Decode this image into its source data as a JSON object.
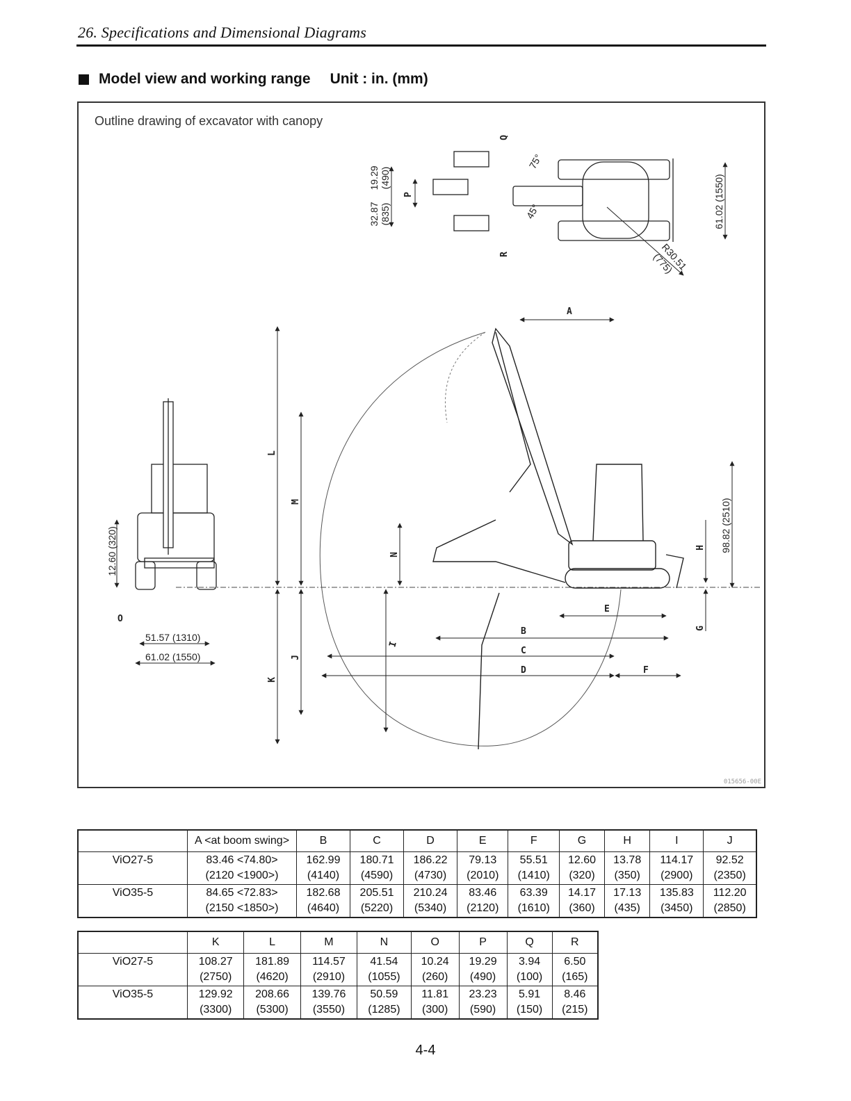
{
  "header": {
    "running_title": "26. Specifications and Dimensional Diagrams",
    "section_title": "Model view and working range",
    "unit_label": "Unit : in. (mm)"
  },
  "figure": {
    "caption": "Outline drawing of excavator with canopy",
    "code": "015656-00E",
    "labels": {
      "front_height": "12.60 (320)",
      "front_w1": "51.57 (1310)",
      "front_w2": "61.02 (1550)",
      "front_o": "O",
      "top_dim_a": "32.87",
      "top_dim_a_mm": "(835)",
      "top_dim_b": "19.29",
      "top_dim_b_mm": "(490)",
      "top_p": "P",
      "top_q": "Q",
      "top_r": "R",
      "top_angle_75": "75°",
      "top_angle_45": "45°",
      "top_width": "61.02 (1550)",
      "top_radius": "R30.51",
      "top_radius_mm": "(775)",
      "side_height": "98.82 (2510)",
      "A": "A",
      "B": "B",
      "C": "C",
      "D": "D",
      "E": "E",
      "F": "F",
      "G": "G",
      "H": "H",
      "I": "I",
      "J": "J",
      "K": "K",
      "L": "L",
      "M": "M",
      "N": "N"
    }
  },
  "table1": {
    "headers": [
      "",
      "A <at boom swing>",
      "B",
      "C",
      "D",
      "E",
      "F",
      "G",
      "H",
      "I",
      "J"
    ],
    "rows": [
      {
        "model": "ViO27-5",
        "in": [
          "83.46 <74.80>",
          "162.99",
          "180.71",
          "186.22",
          "79.13",
          "55.51",
          "12.60",
          "13.78",
          "114.17",
          "92.52"
        ],
        "mm": [
          "(2120 <1900>)",
          "(4140)",
          "(4590)",
          "(4730)",
          "(2010)",
          "(1410)",
          "(320)",
          "(350)",
          "(2900)",
          "(2350)"
        ]
      },
      {
        "model": "ViO35-5",
        "in": [
          "84.65 <72.83>",
          "182.68",
          "205.51",
          "210.24",
          "83.46",
          "63.39",
          "14.17",
          "17.13",
          "135.83",
          "112.20"
        ],
        "mm": [
          "(2150 <1850>)",
          "(4640)",
          "(5220)",
          "(5340)",
          "(2120)",
          "(1610)",
          "(360)",
          "(435)",
          "(3450)",
          "(2850)"
        ]
      }
    ]
  },
  "table2": {
    "headers": [
      "",
      "K",
      "L",
      "M",
      "N",
      "O",
      "P",
      "Q",
      "R"
    ],
    "rows": [
      {
        "model": "ViO27-5",
        "in": [
          "108.27",
          "181.89",
          "114.57",
          "41.54",
          "10.24",
          "19.29",
          "3.94",
          "6.50"
        ],
        "mm": [
          "(2750)",
          "(4620)",
          "(2910)",
          "(1055)",
          "(260)",
          "(490)",
          "(100)",
          "(165)"
        ]
      },
      {
        "model": "ViO35-5",
        "in": [
          "129.92",
          "208.66",
          "139.76",
          "50.59",
          "11.81",
          "23.23",
          "5.91",
          "8.46"
        ],
        "mm": [
          "(3300)",
          "(5300)",
          "(3550)",
          "(1285)",
          "(300)",
          "(590)",
          "(150)",
          "(215)"
        ]
      }
    ]
  },
  "footer": {
    "page_number": "4-4"
  }
}
